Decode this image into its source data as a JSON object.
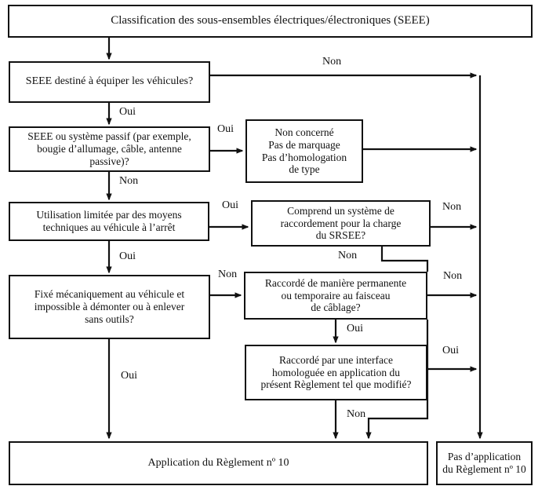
{
  "diagram": {
    "title": "Classification des sous-ensembles électriques/électroniques (SEEE)",
    "language": "fr",
    "colors": {
      "stroke": "#111111",
      "background": "#ffffff",
      "text": "#111111"
    },
    "nodes": [
      {
        "id": "title",
        "text": "Classification des sous-ensembles électriques/électroniques (SEEE)"
      },
      {
        "id": "q1",
        "text": "SEEE destiné à équiper les véhicules?"
      },
      {
        "id": "q2",
        "text": "SEEE ou système passif (par exemple,\nbougie d’allumage, câble, antenne\npassive)?"
      },
      {
        "id": "out_nonconcerne",
        "text": "Non concerné\nPas de marquage\nPas d’homologation\nde type"
      },
      {
        "id": "q3",
        "text": "Utilisation limitée par des moyens\ntechniques au véhicule à l’arrêt"
      },
      {
        "id": "q4",
        "text": "Comprend un système de\nraccordement pour la charge\ndu SRSEE?"
      },
      {
        "id": "q5",
        "text": "Fixé mécaniquement au véhicule et\nimpossible à démonter ou à enlever\nsans outils?"
      },
      {
        "id": "q6",
        "text": "Raccordé de manière permanente\nou temporaire au faisceau\nde câblage?"
      },
      {
        "id": "q7",
        "text": "Raccordé par une interface\nhomologuée en application du\nprésent Règlement tel que modifié?"
      },
      {
        "id": "out_application",
        "text": "Application du Règlement nº 10"
      },
      {
        "id": "out_pas_application",
        "text": "Pas d’application\ndu Règlement nº 10"
      }
    ],
    "edge_labels": [
      {
        "id": "l1",
        "text": "Non"
      },
      {
        "id": "l2",
        "text": "Oui"
      },
      {
        "id": "l3",
        "text": "Oui"
      },
      {
        "id": "l4",
        "text": "Non"
      },
      {
        "id": "l5",
        "text": "Oui"
      },
      {
        "id": "l6",
        "text": "Non"
      },
      {
        "id": "l7",
        "text": "Non"
      },
      {
        "id": "l8",
        "text": "Oui"
      },
      {
        "id": "l9",
        "text": "Non"
      },
      {
        "id": "l10",
        "text": "Non"
      },
      {
        "id": "l11",
        "text": "Oui"
      },
      {
        "id": "l12",
        "text": "Oui"
      },
      {
        "id": "l13",
        "text": "Oui"
      },
      {
        "id": "l14",
        "text": "Non"
      }
    ]
  }
}
